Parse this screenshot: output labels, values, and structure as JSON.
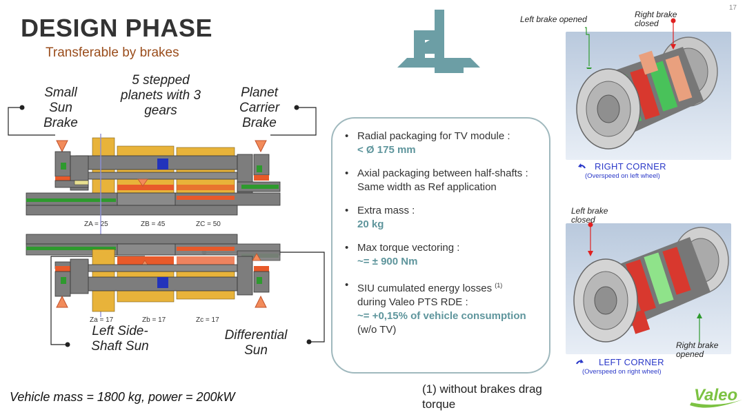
{
  "header": {
    "title": "DESIGN PHASE",
    "subtitle": "Transferable by brakes",
    "page_number": "17"
  },
  "diagram": {
    "labels": {
      "small_sun_brake": "Small Sun Brake",
      "stepped_planets": "5 stepped planets with 3 gears",
      "planet_carrier_brake": "Planet Carrier Brake",
      "left_side_shaft_sun": "Left Side-Shaft Sun",
      "differential_sun": "Differential Sun"
    },
    "teeth_top": [
      "ZA = 25",
      "ZB = 45",
      "ZC = 50"
    ],
    "teeth_bottom": [
      "Za = 17",
      "Zb = 17",
      "Zc = 17"
    ],
    "colors": {
      "shaft": "#7d7d7d",
      "gear": "#e8b33a",
      "red": "#e85a2a",
      "green": "#2e9a2e",
      "blue": "#2233bb",
      "brake": "#f28b5a"
    }
  },
  "bullets": [
    {
      "text": "Radial packaging for TV module :",
      "value": "< Ø 175 mm"
    },
    {
      "text": "Axial packaging between half-shafts : Same width as Ref application",
      "value": ""
    },
    {
      "text": "Extra mass :",
      "value": "20 kg"
    },
    {
      "text": "Max torque vectoring :",
      "value": "~= ± 900 Nm"
    },
    {
      "text": "SIU cumulated energy losses",
      "sup": "(1)",
      "text2": "during Valeo PTS RDE :",
      "value": "~= +0,15% of vehicle consumption",
      "text3": "(w/o TV)"
    }
  ],
  "footnote": "(1) without brakes drag torque",
  "vehicle": "Vehicle mass = 1800 kg, power = 200kW",
  "right_corner": {
    "title": "RIGHT CORNER",
    "subtitle": "(Overspeed on left wheel)",
    "left_brake": "Left brake opened",
    "right_brake": "Right brake closed"
  },
  "left_corner": {
    "title": "LEFT CORNER",
    "subtitle": "(Overspeed on right wheel)",
    "left_brake": "Left brake closed",
    "right_brake": "Right brake opened"
  },
  "brand": {
    "logo": "Valeo",
    "logo_color": "#7cc242",
    "accent": "#6c9ea5"
  }
}
